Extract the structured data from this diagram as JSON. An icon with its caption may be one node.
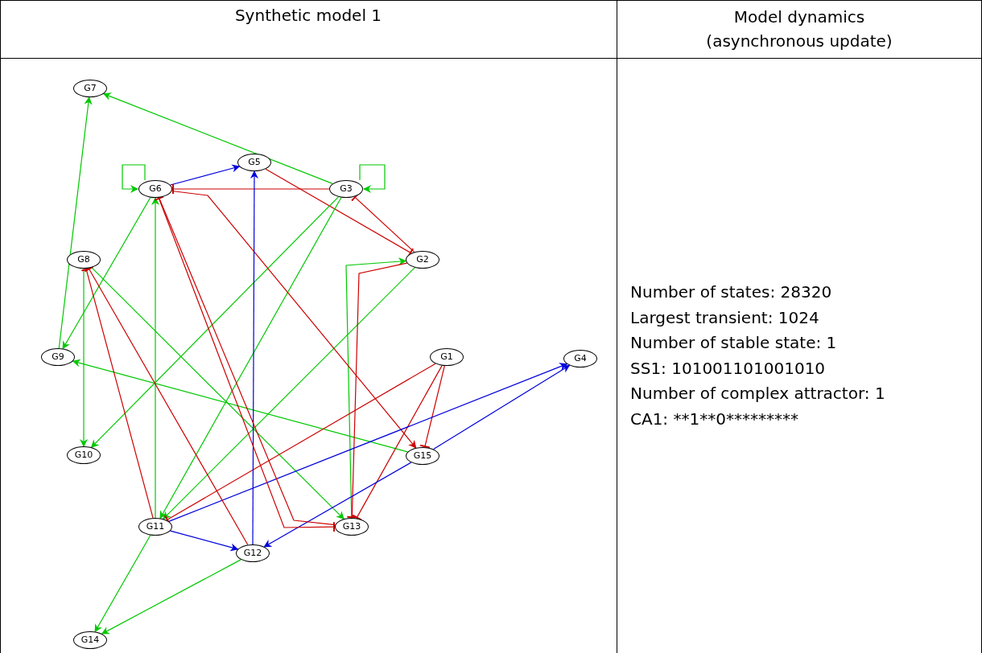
{
  "diagram": {
    "nodes": [
      {
        "text": [
          "G7"
        ]
      },
      {
        "text": [
          "G5"
        ]
      },
      {
        "text": [
          "G6"
        ]
      },
      {
        "text": [
          "G3"
        ]
      },
      {
        "text": [
          "G8"
        ]
      },
      {
        "text": [
          "G2"
        ]
      },
      {
        "text": [
          "G9"
        ]
      },
      {
        "text": [
          "G1"
        ]
      },
      {
        "text": [
          "G4"
        ]
      },
      {
        "text": [
          "G10"
        ]
      },
      {
        "text": [
          "G15"
        ]
      },
      {
        "text": [
          "G11"
        ]
      },
      {
        "text": [
          "G13"
        ]
      },
      {
        "text": [
          "G12"
        ]
      },
      {
        "text": [
          "G14"
        ]
      }
    ],
    "edges": [
      {
        "from": 3,
        "to": 0,
        "arrow": "to"
      },
      {
        "from": 6,
        "to": 0,
        "arrow": "to"
      },
      {
        "from": 2,
        "to": 2,
        "arrow": "to"
      },
      {
        "from": 3,
        "to": 3,
        "arrow": "to"
      },
      {
        "from": 2,
        "to": 1,
        "arrow": "to",
        "color": "#0000dd"
      },
      {
        "from": 3,
        "to": 2,
        "arrow": "other",
        "color": "#cc0000"
      },
      {
        "from": 1,
        "to": 5,
        "arrow": "other",
        "color": "#cc0000"
      },
      {
        "from": 5,
        "to": 3,
        "arrow": "other",
        "color": "#cc0000"
      },
      {
        "from": 11,
        "to": 2,
        "arrow": "to"
      },
      {
        "from": 2,
        "to": 6,
        "arrow": "to"
      },
      {
        "from": 3,
        "to": 9,
        "arrow": "to"
      },
      {
        "from": 3,
        "to": 11,
        "arrow": "to"
      },
      {
        "from": 5,
        "to": 11,
        "arrow": "to"
      },
      {
        "from": 4,
        "to": 9,
        "arrow": "to"
      },
      {
        "from": 4,
        "to": 12,
        "arrow": "to"
      },
      {
        "from": 10,
        "to": 6,
        "arrow": "to"
      },
      {
        "from": 12,
        "to": 5,
        "arrow": "to"
      },
      {
        "from": 5,
        "to": 12,
        "arrow": "other",
        "color": "#cc0000"
      },
      {
        "from": 2,
        "to": 10,
        "arrow": "to",
        "color": "#cc0000"
      },
      {
        "from": 7,
        "to": 10,
        "arrow": "other",
        "color": "#cc0000"
      },
      {
        "from": 7,
        "to": 12,
        "arrow": "other",
        "color": "#cc0000"
      },
      {
        "from": 7,
        "to": 11,
        "arrow": "other",
        "color": "#cc0000"
      },
      {
        "from": 11,
        "to": 8,
        "arrow": "to",
        "color": "#0000dd"
      },
      {
        "from": 10,
        "to": 8,
        "arrow": "to",
        "color": "#0000dd"
      },
      {
        "from": 10,
        "to": 13,
        "arrow": "to",
        "color": "#0000dd"
      },
      {
        "from": 11,
        "to": 13,
        "arrow": "to",
        "color": "#0000dd"
      },
      {
        "from": 13,
        "to": 1,
        "arrow": "to",
        "color": "#0000dd"
      },
      {
        "from": 11,
        "to": 4,
        "arrow": "other",
        "color": "#cc0000"
      },
      {
        "from": 13,
        "to": 4,
        "arrow": "other",
        "color": "#cc0000"
      },
      {
        "from": 13,
        "to": 14,
        "arrow": "to"
      },
      {
        "from": 11,
        "to": 14,
        "arrow": "to"
      },
      {
        "from": 2,
        "to": 12,
        "arrow": "other",
        "color": "#cc0000"
      },
      {
        "from": 12,
        "to": 2,
        "arrow": "other",
        "color": "#cc0000"
      }
    ],
    "labels": [
      "Synthetic model 1",
      "Model dynamics (asynchronous update)",
      "Number of states: 28320",
      "Largest transient: 1024",
      "Number of stable state: 1",
      "SS1: 101001101001010",
      "Number of complex attractor: 1",
      "CA1: **1**0*********"
    ]
  }
}
